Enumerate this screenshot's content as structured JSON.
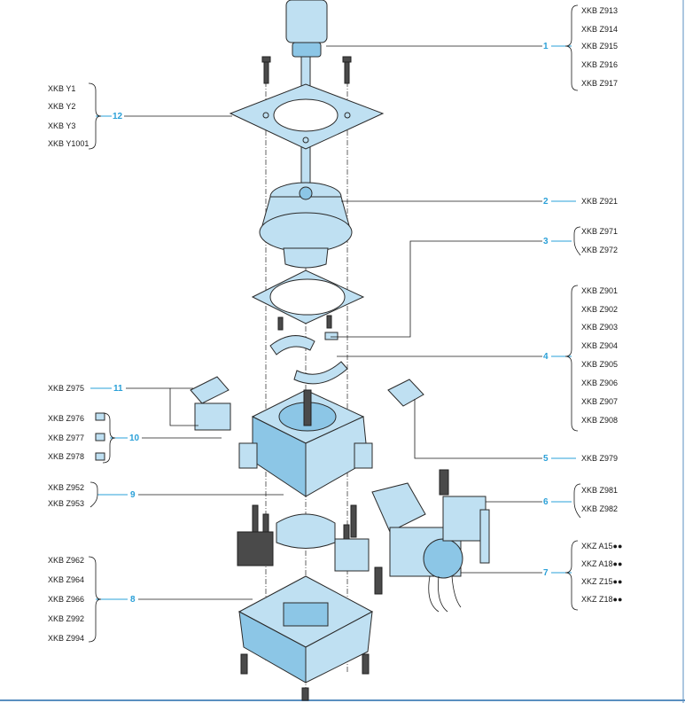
{
  "callouts": [
    {
      "number": "1",
      "refs": [
        "XKB Z913",
        "XKB Z914",
        "XKB Z915",
        "XKB Z916",
        "XKB Z917"
      ]
    },
    {
      "number": "12",
      "refs": [
        "XKB Y1",
        "XKB Y2",
        "XKB Y3",
        "XKB Y1001"
      ]
    },
    {
      "number": "2",
      "refs": [
        "XKB Z921"
      ]
    },
    {
      "number": "3",
      "refs": [
        "XKB Z971",
        "XKB Z972"
      ]
    },
    {
      "number": "4",
      "refs": [
        "XKB Z901",
        "XKB Z902",
        "XKB Z903",
        "XKB Z904",
        "XKB Z905",
        "XKB Z906",
        "XKB Z907",
        "XKB Z908"
      ]
    },
    {
      "number": "11",
      "refs": [
        "XKB Z975"
      ]
    },
    {
      "number": "10",
      "refs": [
        "XKB Z976",
        "XKB Z977",
        "XKB Z978"
      ]
    },
    {
      "number": "5",
      "refs": [
        "XKB Z979"
      ]
    },
    {
      "number": "9",
      "refs": [
        "XKB Z952",
        "XKB Z953"
      ]
    },
    {
      "number": "6",
      "refs": [
        "XKB Z981",
        "XKB Z982"
      ]
    },
    {
      "number": "8",
      "refs": [
        "XKB Z962",
        "XKB Z964",
        "XKB Z966",
        "XKB Z992",
        "XKB Z994"
      ]
    },
    {
      "number": "7",
      "refs": [
        "XKZ A15●●",
        "XKZ A18●●",
        "XKZ Z15●●",
        "XKZ Z18●●"
      ]
    }
  ],
  "colors": {
    "accent": "#2aa0d8",
    "part_fill": "#bfe0f2",
    "part_shade": "#8cc6e6"
  }
}
